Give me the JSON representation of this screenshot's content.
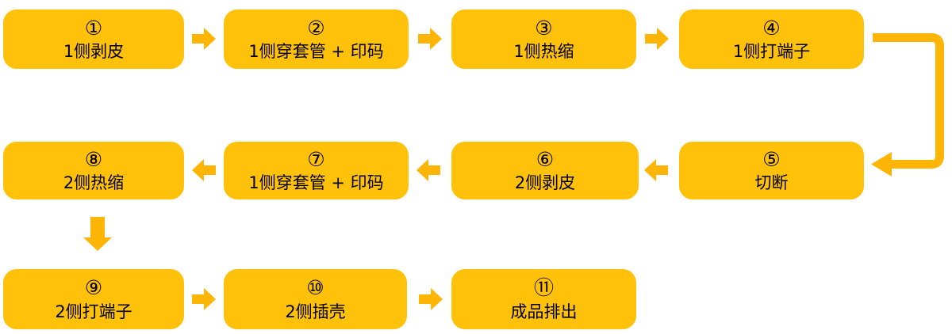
{
  "diagram": {
    "type": "flowchart",
    "description": "11-step process flow in three rows",
    "colors": {
      "node_fill": "#FFC10A",
      "arrow_fill": "#FFB505",
      "text": "#000000",
      "background": "#FFFFFF"
    },
    "nodes": [
      {
        "num": "①",
        "label": "1侧剥皮"
      },
      {
        "num": "②",
        "label": "1侧穿套管 + 印码"
      },
      {
        "num": "③",
        "label": "1侧热缩"
      },
      {
        "num": "④",
        "label": "1侧打端子"
      },
      {
        "num": "⑤",
        "label": "切断"
      },
      {
        "num": "⑥",
        "label": "2侧剥皮"
      },
      {
        "num": "⑦",
        "label": "1侧穿套管 + 印码"
      },
      {
        "num": "⑧",
        "label": "2侧热缩"
      },
      {
        "num": "⑨",
        "label": "2侧打端子"
      },
      {
        "num": "⑩",
        "label": "2侧插壳"
      },
      {
        "num": "⑪",
        "label": "成品排出"
      }
    ],
    "edges": [
      "1→2",
      "2→3",
      "3→4",
      "4→5",
      "5→6",
      "6→7",
      "7→8",
      "8→9",
      "9→10",
      "10→11"
    ]
  }
}
